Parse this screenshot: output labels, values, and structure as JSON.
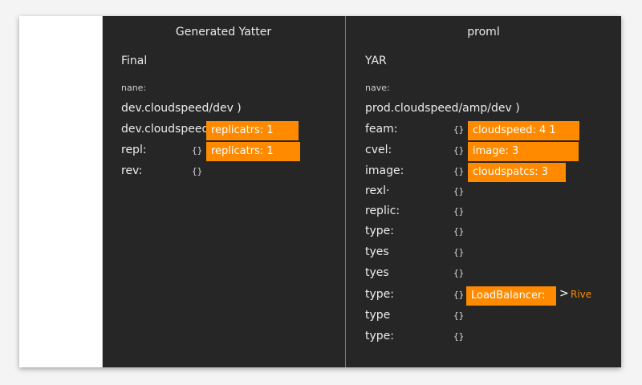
{
  "left": {
    "title": "Generated Yatter",
    "section": "Final",
    "field_label": "nane:",
    "path": "dev.cloudspeed/dev  )",
    "line2_prefix": "dev.cloudspeed",
    "repl_key": "repl:",
    "rev_key": "rev:",
    "tags": [
      "replicatrs: 1",
      "replicatrs: 1"
    ],
    "braces": [
      "{}",
      "{}"
    ]
  },
  "right": {
    "title": "proml",
    "section": "YAR",
    "field_label": "nave:",
    "path": "prod.cloudspeed/amp/dev  )",
    "keys": [
      "feam:",
      "cvel:",
      "image:",
      "rexl·",
      "replic:",
      "type:",
      "tyes",
      "tyes",
      "type:",
      "type",
      "type:"
    ],
    "braces": [
      "{}",
      "{}",
      "{}",
      "{}",
      "{}",
      "{}",
      "{}",
      "{}",
      "{}",
      "{}",
      "{}"
    ],
    "tags": [
      "cloudspeed: 4 1",
      "image: 3",
      "cloudspatcs: 3",
      "LoadBalancer:"
    ],
    "arrow": ">",
    "link": "Rive"
  },
  "colors": {
    "background": "#262626",
    "accent": "#ff8a00",
    "text": "#ececec"
  }
}
